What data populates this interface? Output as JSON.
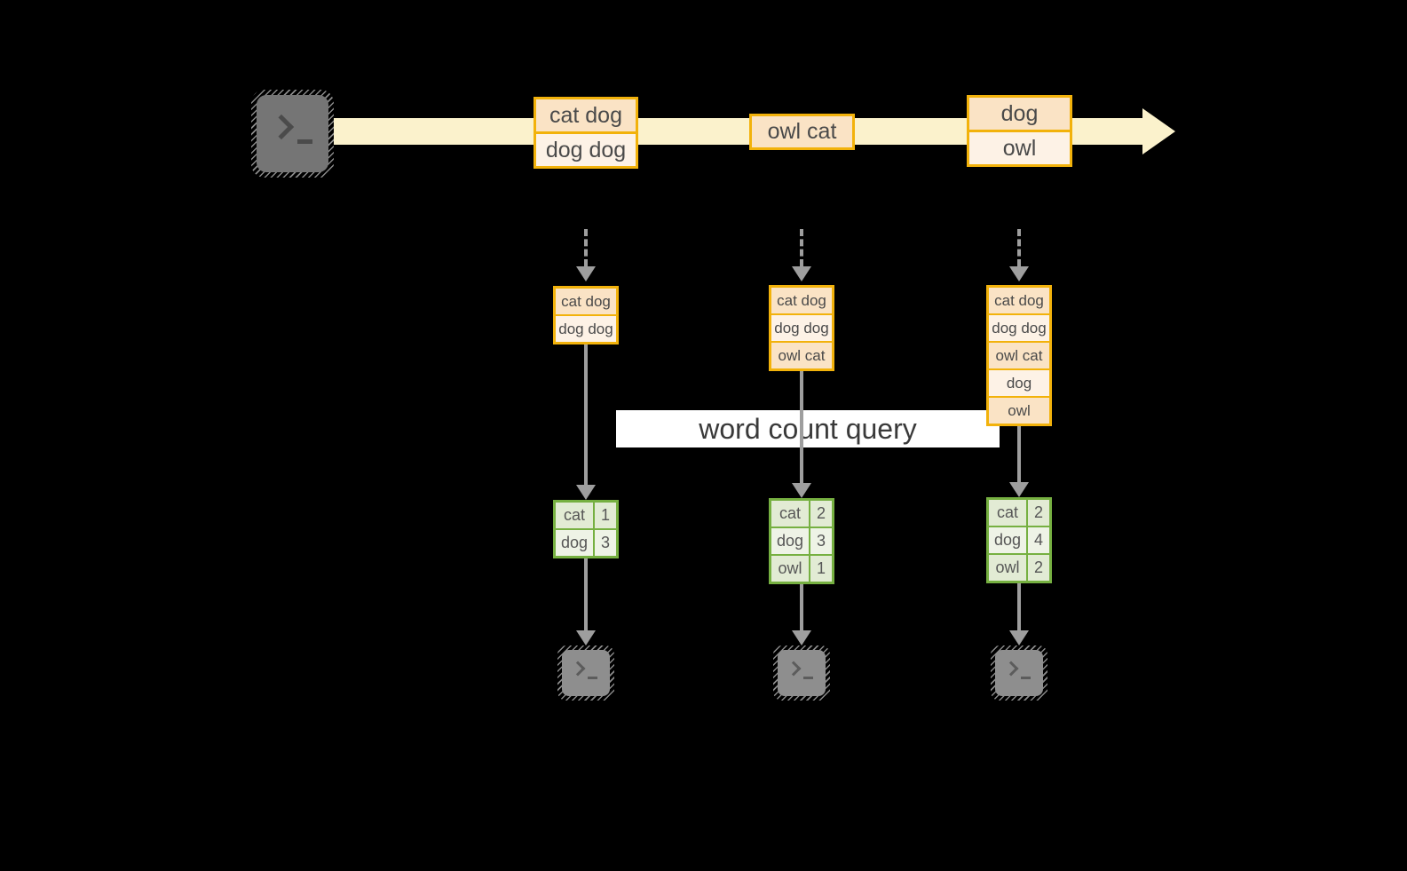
{
  "colors": {
    "background": "#000000",
    "band": "#FBF2CC",
    "gold": "#F2B20B",
    "peach": "#FAE3C5",
    "cream": "#FDF2E6",
    "green": "#76B041",
    "green_light": "#E2EBD4",
    "green_lighter": "#EEF3E6",
    "gray_arrow": "#9E9E9E",
    "term_source": "#757575",
    "term_sink": "#8E8E8E",
    "term_glyph": "#4B4B4B",
    "sink_glyph": "#5C5C5C",
    "query_bg": "#FFFFFF",
    "query_text": "#3A3A3A",
    "box_text": "#4A4A4A",
    "table_text": "#565656"
  },
  "icons": {
    "source": "terminal-icon",
    "sink": "terminal-icon"
  },
  "stream": {
    "records": [
      {
        "rows": [
          "cat dog",
          "dog dog"
        ]
      },
      {
        "rows": [
          "owl cat"
        ]
      },
      {
        "rows": [
          "dog",
          "owl"
        ]
      }
    ]
  },
  "query": {
    "label": "word count query"
  },
  "columns": [
    {
      "state_rows": [
        "cat dog",
        "dog dog"
      ],
      "result_rows": [
        {
          "word": "cat",
          "count": "1"
        },
        {
          "word": "dog",
          "count": "3"
        }
      ]
    },
    {
      "state_rows": [
        "cat dog",
        "dog dog",
        "owl cat"
      ],
      "result_rows": [
        {
          "word": "cat",
          "count": "2"
        },
        {
          "word": "dog",
          "count": "3"
        },
        {
          "word": "owl",
          "count": "1"
        }
      ]
    },
    {
      "state_rows": [
        "cat dog",
        "dog dog",
        "owl cat",
        "dog",
        "owl"
      ],
      "result_rows": [
        {
          "word": "cat",
          "count": "2"
        },
        {
          "word": "dog",
          "count": "4"
        },
        {
          "word": "owl",
          "count": "2"
        }
      ]
    }
  ]
}
